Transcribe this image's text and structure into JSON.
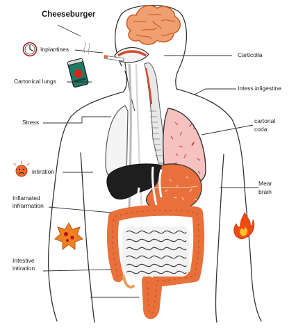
{
  "labels": {
    "title": "Cheeseburger",
    "inplantines": "Inplantines",
    "cartonical_lungs": "Cartonical lungs",
    "stress": "Stress",
    "intiration": "intiration",
    "inflamated_1": "Inflamated",
    "inflamated_2": "infrarmation",
    "intestive_1": "Intestive",
    "intestive_2": "intiration",
    "carticolla": "Carticolla",
    "intess": "Intess inligestine",
    "cartonal_1": "cartonal",
    "cartonal_2": "coda",
    "mear_1": "Mear",
    "mear_2": "brain"
  },
  "icons": {
    "clock": "clock-icon",
    "soda_can": "soda-can-icon",
    "cigarette": "cigarette-icon",
    "inflamed_face": "inflamed-face-icon",
    "virus": "virus-icon",
    "fire": "fire-icon"
  },
  "colors": {
    "brain": "#f0a070",
    "brain_line": "#c8602a",
    "lung": "#f6c2c0",
    "lung_spots": "#c84040",
    "liver": "#1e1e1e",
    "stomach": "#e8703c",
    "large_intestine": "#e8703a",
    "soda_can": "#1f7a62",
    "fire": "#f04a10"
  }
}
